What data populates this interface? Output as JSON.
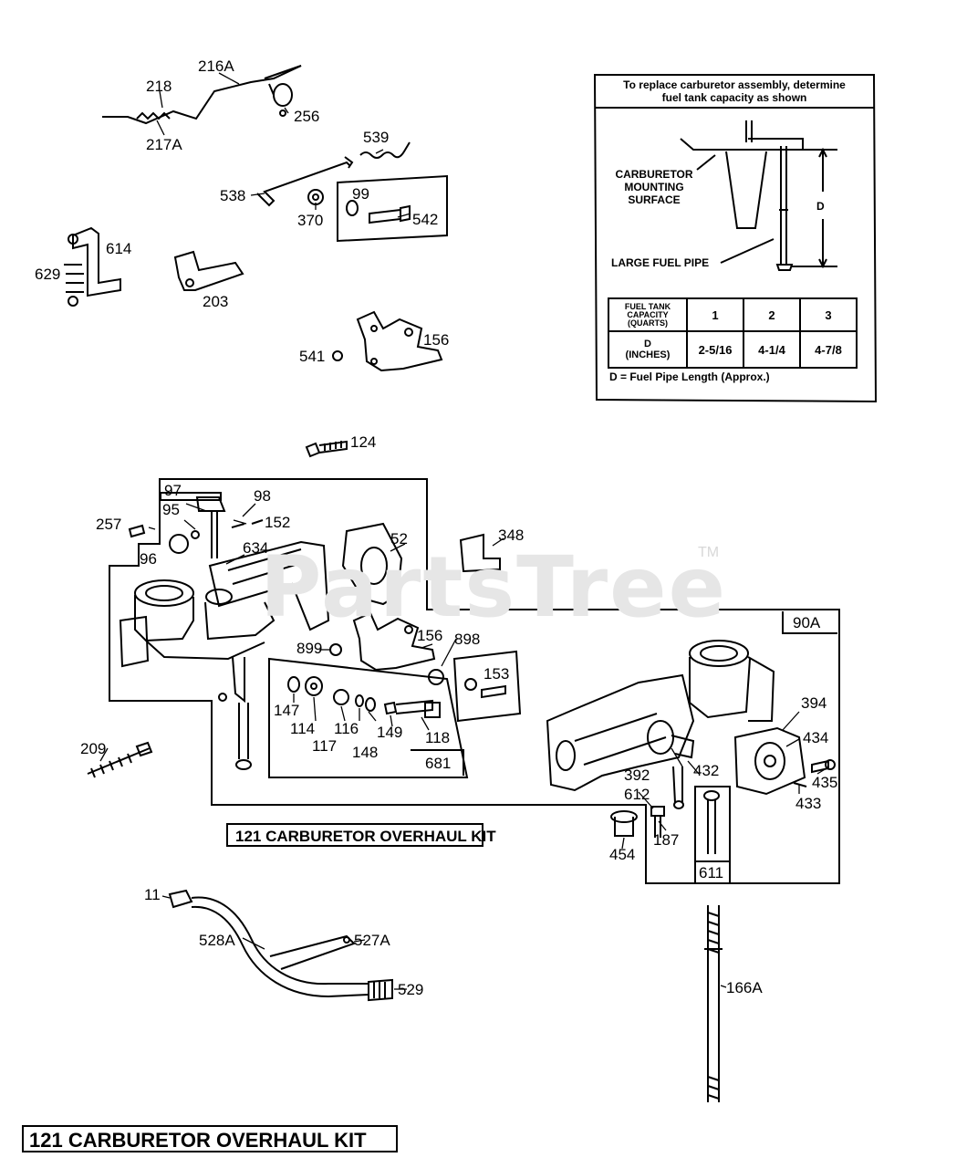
{
  "watermark": {
    "text": "PartsTree",
    "tm": "TM"
  },
  "parts": {
    "p216a": "216A",
    "p218": "218",
    "p217a": "217A",
    "p256": "256",
    "p539": "539",
    "p538": "538",
    "p99": "99",
    "p370": "370",
    "p542": "542",
    "p614": "614",
    "p629": "629",
    "p203": "203",
    "p541": "541",
    "p156a": "156",
    "p124": "124",
    "p97": "97",
    "p98": "98",
    "p95": "95",
    "p152": "152",
    "p257": "257",
    "p96": "96",
    "p634": "634",
    "p52": "52",
    "p348": "348",
    "p90a": "90A",
    "p899": "899",
    "p156b": "156",
    "p898": "898",
    "p153": "153",
    "p147": "147",
    "p114": "114",
    "p116": "116",
    "p149": "149",
    "p118": "118",
    "p117": "117",
    "p148": "148",
    "p681": "681",
    "p209": "209",
    "p394": "394",
    "p434": "434",
    "p392": "392",
    "p432": "432",
    "p435": "435",
    "p433": "433",
    "p612": "612",
    "p187": "187",
    "p454": "454",
    "p611": "611",
    "p11": "11",
    "p528a": "528A",
    "p527a": "527A",
    "p529": "529",
    "p166a": "166A"
  },
  "kit_labels": {
    "small": "121  CARBURETOR OVERHAUL KIT",
    "large": "121 CARBURETOR OVERHAUL KIT"
  },
  "inset": {
    "heading_line1": "To replace carburetor assembly, determine",
    "heading_line2": "fuel tank capacity as shown",
    "mount_line1": "CARBURETOR",
    "mount_line2": "MOUNTING",
    "mount_line3": "SURFACE",
    "pipe_label": "LARGE FUEL PIPE",
    "dim_letter": "D",
    "table": {
      "row1_header_l1": "FUEL TANK",
      "row1_header_l2": "CAPACITY",
      "row1_header_l3": "(QUARTS)",
      "capacities": [
        "1",
        "2",
        "3"
      ],
      "row2_header_l1": "D",
      "row2_header_l2": "(INCHES)",
      "lengths": [
        "2-5/16",
        "4-1/4",
        "4-7/8"
      ]
    },
    "footnote": "D = Fuel Pipe Length (Approx.)"
  }
}
